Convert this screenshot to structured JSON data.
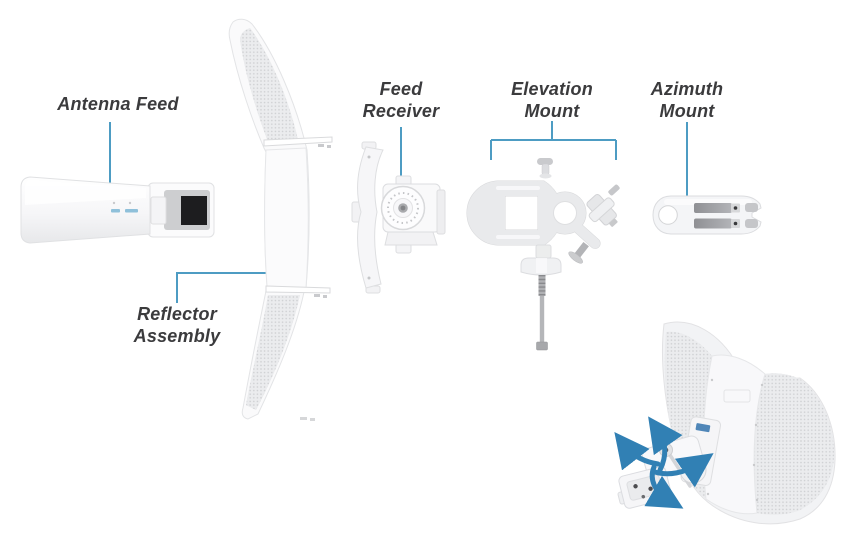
{
  "diagram": {
    "type": "exploded-antenna-parts-diagram",
    "labels": {
      "antenna_feed": {
        "line1": "Antenna Feed"
      },
      "reflector_assembly": {
        "line1": "Reflector",
        "line2": "Assembly"
      },
      "feed_receiver": {
        "line1": "Feed",
        "line2": "Receiver"
      },
      "elevation_mount": {
        "line1": "Elevation",
        "line2": "Mount"
      },
      "azimuth_mount": {
        "line1": "Azimuth",
        "line2": "Mount"
      }
    },
    "colors": {
      "background": "#ffffff",
      "label_text": "#3b3b3d",
      "leader_line": "#4d9cc3",
      "arrow_blue": "#3180b4",
      "part_fill": "#f7f7f9",
      "part_outline": "#dcdde0",
      "mesh_dot": "#cdced1",
      "ethernet_port": "#1d1d1f",
      "metal_gray": "#a3a4a8",
      "led_blue": "#8fc0da",
      "sticker_blue": "#4f86b8"
    }
  }
}
